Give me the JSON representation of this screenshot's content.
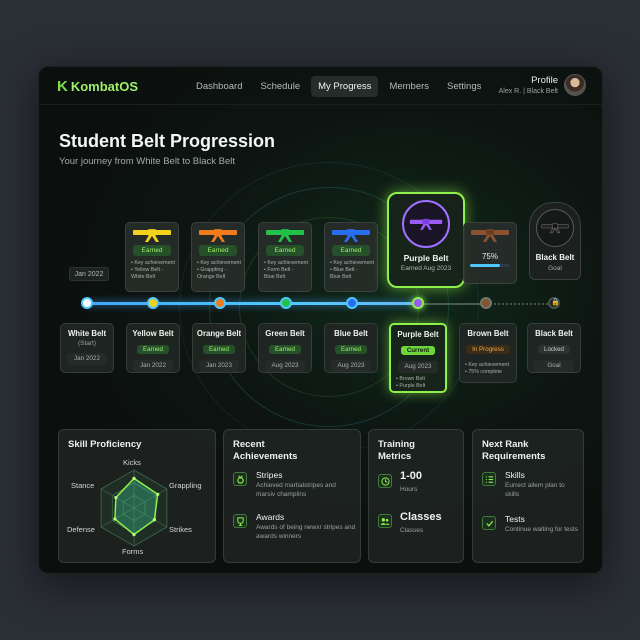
{
  "app": {
    "logo_letter": "K",
    "name": "KombatOS"
  },
  "nav": [
    {
      "label": "Dashboard",
      "active": false
    },
    {
      "label": "Schedule",
      "active": false
    },
    {
      "label": "My Progress",
      "active": true
    },
    {
      "label": "Members",
      "active": false
    },
    {
      "label": "Settings",
      "active": false
    }
  ],
  "profile": {
    "title": "Profile",
    "subtitle": "Alex R. | Black Belt"
  },
  "page": {
    "title": "Student Belt Progression",
    "subtitle": "Your journey from White Belt to Black Belt"
  },
  "timeline": {
    "start_date": "Jan 2022"
  },
  "top_cards": [
    {
      "belt": "yellow",
      "color": "#f2d21c",
      "tag": "Earned",
      "notes": [
        "• Key achievement",
        "• Yellow Belt -",
        "  White Belt"
      ]
    },
    {
      "belt": "orange",
      "color": "#f07a1c",
      "tag": "Earned",
      "notes": [
        "• Key achievement",
        "• Grappling -",
        "  Orange Belt"
      ]
    },
    {
      "belt": "green",
      "color": "#22c24a",
      "tag": "Earned",
      "notes": [
        "• Key achievement",
        "• Form Belt -",
        "  Blue Belt"
      ]
    },
    {
      "belt": "blue",
      "color": "#2a6ef0",
      "tag": "Earned",
      "notes": [
        "• Key achievement",
        "• Blue Belt -",
        "  Blue Belt"
      ]
    }
  ],
  "purple_top": {
    "label": "Purple Belt",
    "date": "Earned Aug 2023",
    "color": "#9a5cf5"
  },
  "brown_top": {
    "percent_label": "75%",
    "progress": 0.75,
    "color": "#8a5230"
  },
  "black_top": {
    "label": "Black Belt",
    "sub": "Goal",
    "color": "#1a1a1a"
  },
  "bottom_cards": [
    {
      "name": "White Belt",
      "sub": "(Start)",
      "tag": "",
      "date": "Jan 2022",
      "node_color": "#ffffff"
    },
    {
      "name": "Yellow Belt",
      "sub": "",
      "tag": "Earned",
      "date": "Jan 2022",
      "node_color": "#f2d21c"
    },
    {
      "name": "Orange Belt",
      "sub": "",
      "tag": "Earned",
      "date": "Jan 2023",
      "node_color": "#f07a1c"
    },
    {
      "name": "Green Belt",
      "sub": "",
      "tag": "Earned",
      "date": "Aug 2023",
      "node_color": "#22c24a"
    },
    {
      "name": "Blue Belt",
      "sub": "",
      "tag": "Earned",
      "date": "Aug 2023",
      "node_color": "#2a6ef0"
    },
    {
      "name": "Purple Belt",
      "sub": "",
      "tag": "Current",
      "date": "Aug 2023",
      "node_color": "#9a5cf5",
      "notes": [
        "• Brown Belt",
        "• Purple Belt"
      ]
    },
    {
      "name": "Brown Belt",
      "sub": "",
      "tag": "In Progress",
      "date": "",
      "node_color": "#8a5230",
      "notes": [
        "• Key achievement",
        "• 75% complete"
      ]
    },
    {
      "name": "Black Belt",
      "sub": "",
      "tag": "Locked",
      "date": "Goal",
      "node_color": "#333333"
    }
  ],
  "skills": {
    "title": "Skill Proficiency",
    "labels": [
      "Kicks",
      "Grappling",
      "Strikes",
      "Forms",
      "Defense",
      "Stance"
    ],
    "values": [
      0.78,
      0.72,
      0.62,
      0.7,
      0.58,
      0.55
    ]
  },
  "achievements": {
    "title": "Recent Achievements",
    "items": [
      {
        "icon": "medal-icon",
        "title": "Stripes",
        "desc": "Achieved martialstripes and marsiv champlins"
      },
      {
        "icon": "trophy-icon",
        "title": "Awards",
        "desc": "Awards of being newxr stripes and awards winners"
      }
    ]
  },
  "metrics": {
    "title": "Training Metrics",
    "items": [
      {
        "icon": "clock-icon",
        "value": "1-00",
        "label": "Hours"
      },
      {
        "icon": "people-icon",
        "value": "Classes",
        "label": "Classes"
      }
    ]
  },
  "requirements": {
    "title": "Next Rank Requirements",
    "items": [
      {
        "icon": "list-icon",
        "title": "Skills",
        "desc": "Eurrect allem plan to skills"
      },
      {
        "icon": "check-icon",
        "title": "Tests",
        "desc": "Continue waiting for tests"
      }
    ]
  },
  "colors": {
    "accent": "#8ef04a",
    "timeline": "#3fa8ff",
    "panel": "#1e2321"
  }
}
